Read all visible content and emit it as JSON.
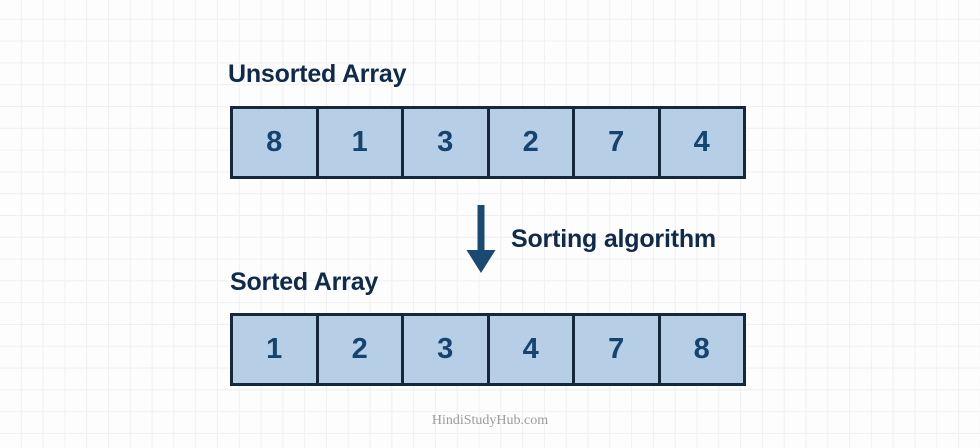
{
  "diagram": {
    "title": "Sorting algorithm array transformation",
    "background_color": "#fdfdfd",
    "grid_color": "#f0f0f3",
    "cell_fill": "#b7cfe6",
    "cell_border": "#16283c",
    "digit_color": "#16446e",
    "heading_color": "#102a4c",
    "arrow_color": "#1a4a72"
  },
  "unsorted": {
    "label": "Unsorted Array",
    "values": [
      "8",
      "1",
      "3",
      "2",
      "7",
      "4"
    ]
  },
  "sorted": {
    "label": "Sorted Array",
    "values": [
      "1",
      "2",
      "3",
      "4",
      "7",
      "8"
    ]
  },
  "arrow": {
    "label": "Sorting algorithm",
    "direction": "down"
  },
  "footer": {
    "watermark": "HindiStudyHub.com"
  }
}
